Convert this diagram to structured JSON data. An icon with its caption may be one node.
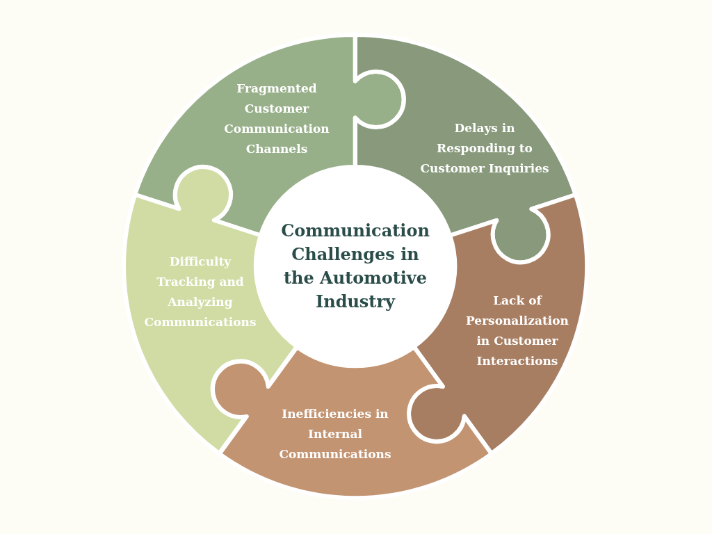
{
  "diagram": {
    "nodes": [
      {
        "text": [
          "Fragmented Customer Communication Channels"
        ]
      },
      {
        "text": [
          "Delays in Responding to Customer Inquiries"
        ]
      },
      {
        "text": [
          "Communication Challenges in the Automotive Industry"
        ]
      },
      {
        "text": [
          "Difficulty Tracking and Analyzing Communications"
        ]
      },
      {
        "text": [
          "Lack of Personalization in Customer Interactions"
        ]
      },
      {
        "text": [
          "Inefficiencies in Internal Communications"
        ]
      }
    ]
  }
}
